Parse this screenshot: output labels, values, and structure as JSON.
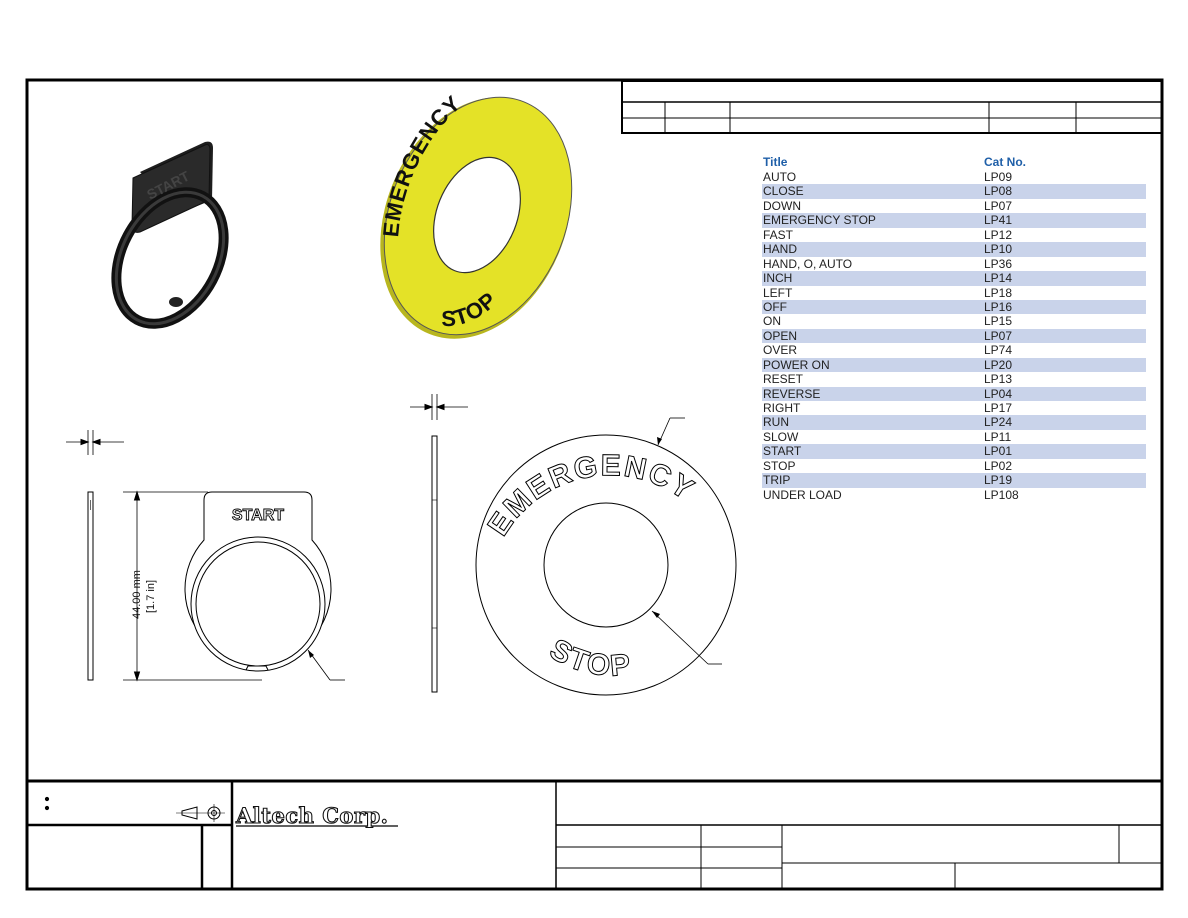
{
  "label_texts": {
    "start": "START",
    "emergency": "EMERGENCY",
    "stop": "STOP"
  },
  "dimensions": {
    "height_mm": "44.00 mm",
    "height_in": "[1.7 in]"
  },
  "parts_table": {
    "headers": [
      "Title",
      "Cat No."
    ],
    "rows": [
      [
        "AUTO",
        "LP09"
      ],
      [
        "CLOSE",
        "LP08"
      ],
      [
        "DOWN",
        "LP07"
      ],
      [
        "EMERGENCY STOP",
        "LP41"
      ],
      [
        "FAST",
        "LP12"
      ],
      [
        "HAND",
        "LP10"
      ],
      [
        "HAND, O, AUTO",
        "LP36"
      ],
      [
        "INCH",
        "LP14"
      ],
      [
        "LEFT",
        "LP18"
      ],
      [
        "OFF",
        "LP16"
      ],
      [
        "ON",
        "LP15"
      ],
      [
        "OPEN",
        "LP07"
      ],
      [
        "OVER",
        "LP74"
      ],
      [
        "POWER ON",
        "LP20"
      ],
      [
        "RESET",
        "LP13"
      ],
      [
        "REVERSE",
        "LP04"
      ],
      [
        "RIGHT",
        "LP17"
      ],
      [
        "RUN",
        "LP24"
      ],
      [
        "SLOW",
        "LP11"
      ],
      [
        "START",
        "LP01"
      ],
      [
        "STOP",
        "LP02"
      ],
      [
        "TRIP",
        "LP19"
      ],
      [
        "UNDER LOAD",
        "LP108"
      ]
    ],
    "header_color": "#1f5fa8",
    "stripe_color": "#c9d3ea"
  },
  "title_block": {
    "company": "Altech Corp."
  },
  "colors": {
    "yellow_label": "#e4e227",
    "black_label": "#262626"
  }
}
